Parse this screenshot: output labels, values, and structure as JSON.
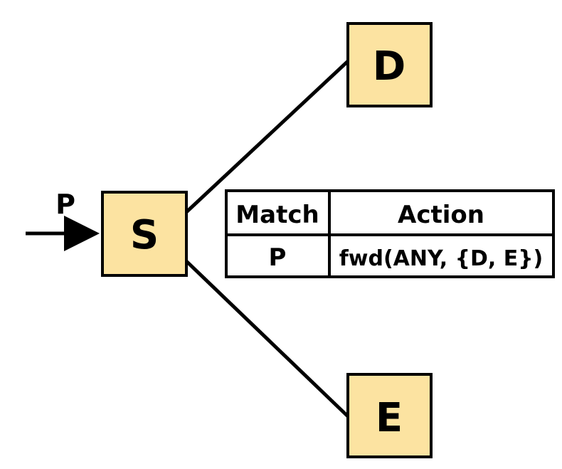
{
  "colors": {
    "node_fill": "#FCE3A1",
    "stroke": "#000000",
    "background": "#FFFFFF"
  },
  "packet": {
    "label": "P"
  },
  "nodes": {
    "s": {
      "label": "S"
    },
    "d": {
      "label": "D"
    },
    "e": {
      "label": "E"
    }
  },
  "flow_table": {
    "headers": {
      "match": "Match",
      "action": "Action"
    },
    "rows": [
      {
        "match": "P",
        "action": "fwd(ANY, {D, E})"
      }
    ]
  }
}
